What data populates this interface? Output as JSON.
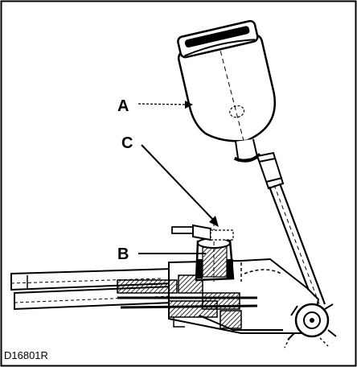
{
  "figure": {
    "callouts": {
      "a": "A",
      "b": "B",
      "c": "C"
    },
    "reference": "D16801R",
    "colors": {
      "ink": "#000000",
      "paper": "#ffffff"
    }
  }
}
